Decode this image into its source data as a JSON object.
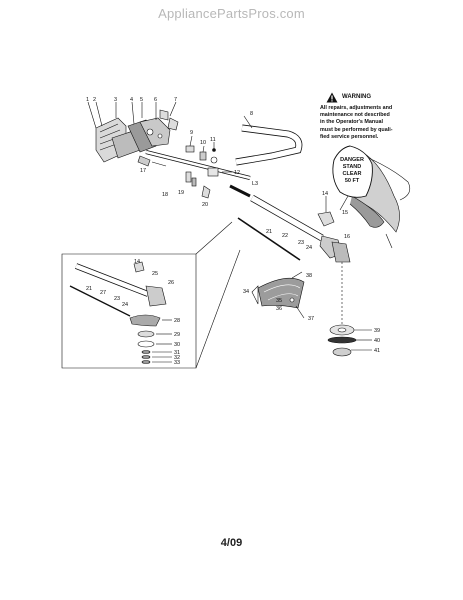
{
  "site_header": "AppliancePartsPros.com",
  "page_number": "4/09",
  "warning": {
    "title": "WARNING",
    "lines": [
      "All repairs, adjustments and",
      "maintenance not described",
      "in the Operator's Manual",
      "must be performed by quali-",
      "fied service personnel."
    ]
  },
  "danger_sign": {
    "lines": [
      "DANGER",
      "STAND",
      "CLEAR",
      "50 FT"
    ]
  },
  "callouts": {
    "c1": "1",
    "c2": "2",
    "c3": "3",
    "c4": "4",
    "c5": "5",
    "c6": "6",
    "c7": "7",
    "c8": "8",
    "c9": "9",
    "c10": "10",
    "c11": "11",
    "c12": "12",
    "c13": "L3",
    "c14": "14",
    "c15": "15",
    "c16": "16",
    "c17": "17",
    "c18": "18",
    "c19": "19",
    "c20": "20",
    "c21": "21",
    "c22": "22",
    "c23": "23",
    "c24": "24",
    "c38": "38",
    "c34": "34",
    "c35": "35",
    "c36": "36",
    "c37": "37",
    "c39": "39",
    "c40": "40",
    "c41": "41",
    "i14": "14",
    "i25": "25",
    "i26": "26",
    "i21": "21",
    "i27": "27",
    "i23": "23",
    "i24": "24",
    "i28": "28",
    "i29": "29",
    "i30": "30",
    "i31": "31",
    "i32": "32",
    "i33": "33"
  }
}
